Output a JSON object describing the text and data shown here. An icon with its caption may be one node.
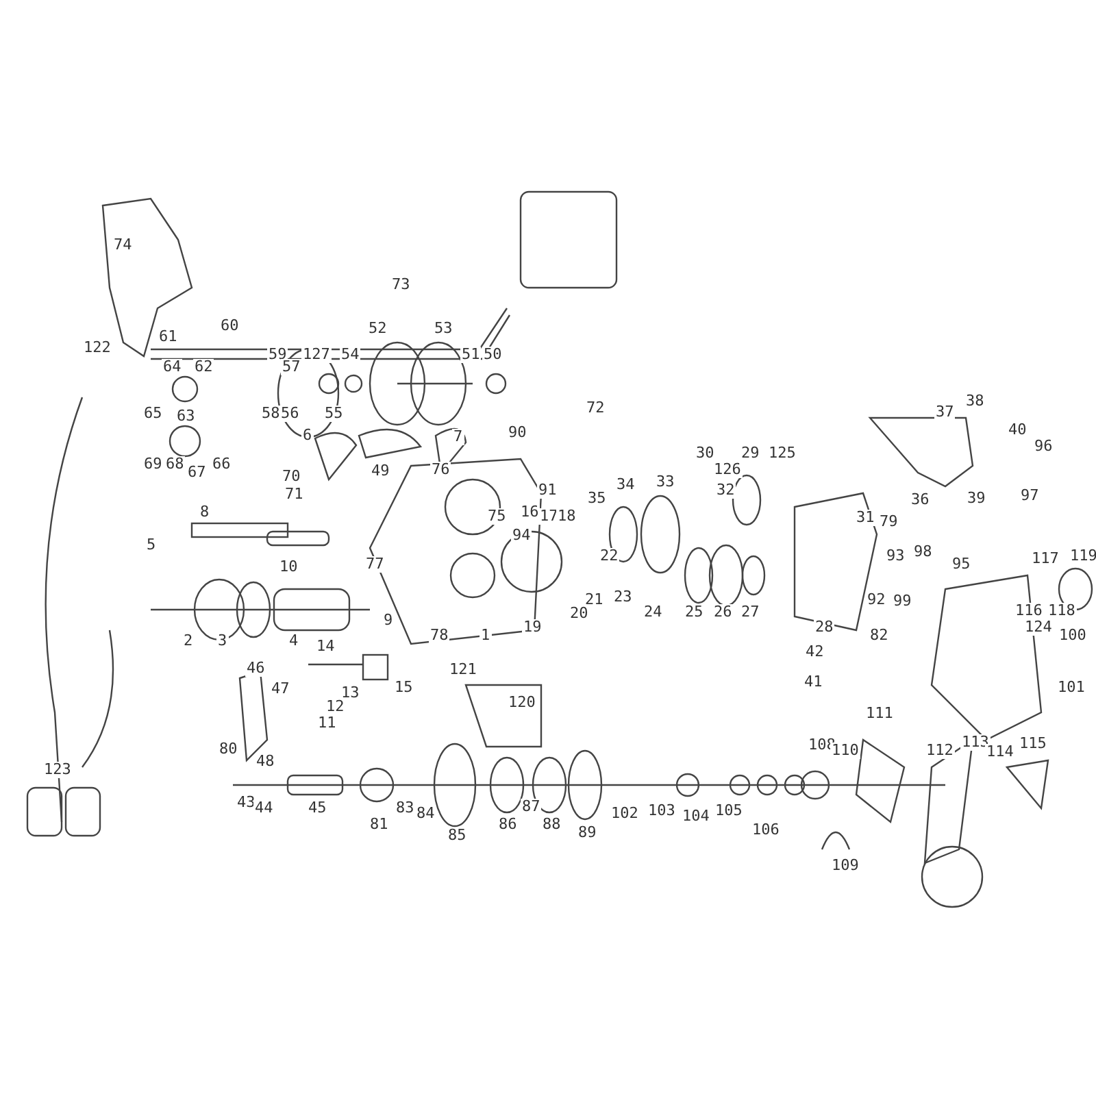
{
  "diagram": {
    "labels": [
      "74",
      "73",
      "72",
      "122",
      "61",
      "60",
      "59",
      "57",
      "127",
      "52",
      "53",
      "51",
      "50",
      "64",
      "62",
      "54",
      "65",
      "63",
      "58",
      "56",
      "55",
      "6",
      "49",
      "7",
      "90",
      "38",
      "37",
      "40",
      "96",
      "30",
      "29",
      "125",
      "126",
      "69",
      "68",
      "67",
      "66",
      "76",
      "91",
      "36",
      "39",
      "97",
      "70",
      "71",
      "35",
      "34",
      "33",
      "32",
      "8",
      "75",
      "16",
      "17",
      "18",
      "94",
      "31",
      "79",
      "5",
      "10",
      "77",
      "22",
      "93",
      "98",
      "95",
      "117",
      "119",
      "21",
      "23",
      "20",
      "24",
      "25",
      "26",
      "27",
      "92",
      "99",
      "116",
      "118",
      "19",
      "82",
      "28",
      "124",
      "100",
      "2",
      "3",
      "4",
      "9",
      "78",
      "1",
      "42",
      "14",
      "121",
      "41",
      "15",
      "46",
      "47",
      "13",
      "12",
      "11",
      "120",
      "101",
      "80",
      "111",
      "108",
      "110",
      "112",
      "113",
      "114",
      "115",
      "48",
      "43",
      "44",
      "45",
      "81",
      "83",
      "84",
      "85",
      "86",
      "87",
      "88",
      "89",
      "102",
      "103",
      "104",
      "105",
      "106",
      "109",
      "123"
    ]
  }
}
